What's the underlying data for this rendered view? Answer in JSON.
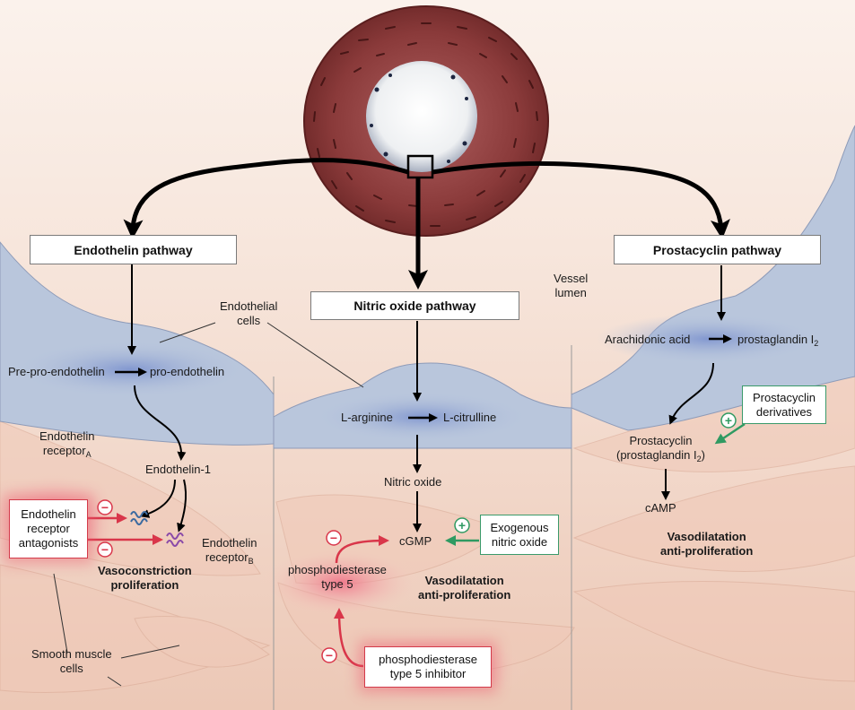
{
  "pathways": {
    "endothelin": "Endothelin pathway",
    "nitric_oxide": "Nitric oxide pathway",
    "prostacyclin": "Prostacyclin pathway"
  },
  "labels": {
    "vessel_lumen_1": "Vessel",
    "vessel_lumen_2": "lumen",
    "endothelial_cells_1": "Endothelial",
    "endothelial_cells_2": "cells",
    "smooth_muscle_1": "Smooth muscle",
    "smooth_muscle_2": "cells"
  },
  "endothelin": {
    "pre_pro": "Pre-pro-endothelin",
    "pro": "pro-endothelin",
    "et1": "Endothelin-1",
    "receptor_a_1": "Endothelin",
    "receptor_a_2": "receptor",
    "receptor_a_sub": "A",
    "receptor_b_1": "Endothelin",
    "receptor_b_2": "receptor",
    "receptor_b_sub": "B",
    "antagonist_1": "Endothelin",
    "antagonist_2": "receptor",
    "antagonist_3": "antagonists",
    "effect_1": "Vasoconstriction",
    "effect_2": "proliferation"
  },
  "nitric_oxide": {
    "arginine": "L-arginine",
    "citrulline": "L-citrulline",
    "no": "Nitric oxide",
    "cgmp": "cGMP",
    "pde5_1": "phosphodiesterase",
    "pde5_2": "type 5",
    "exogenous_1": "Exogenous",
    "exogenous_2": "nitric oxide",
    "inhibitor_1": "phosphodiesterase",
    "inhibitor_2": "type 5 inhibitor",
    "effect_1": "Vasodilatation",
    "effect_2": "anti-proliferation"
  },
  "prostacyclin": {
    "arachidonic": "Arachidonic acid",
    "pgi2": "prostaglandin I",
    "pgi2_sub": "2",
    "prostacyclin": "Prostacyclin",
    "prostacyclin_paren": "(prostaglandin I",
    "prostacyclin_paren_sub": "2",
    "prostacyclin_paren_end": ")",
    "derivatives_1": "Prostacyclin",
    "derivatives_2": "derivatives",
    "camp": "cAMP",
    "effect_1": "Vasodilatation",
    "effect_2": "anti-proliferation"
  },
  "symbols": {
    "minus": "−",
    "plus": "+"
  },
  "colors": {
    "endothelium": "#b9c6dc",
    "nucleus": "#8ea3d4",
    "tissue": "#f2d6c6",
    "muscle_glow": "#e88a9a",
    "inhibit": "#d9364a",
    "stimulate": "#2f9a62",
    "vessel_wall": "#7a3030"
  }
}
